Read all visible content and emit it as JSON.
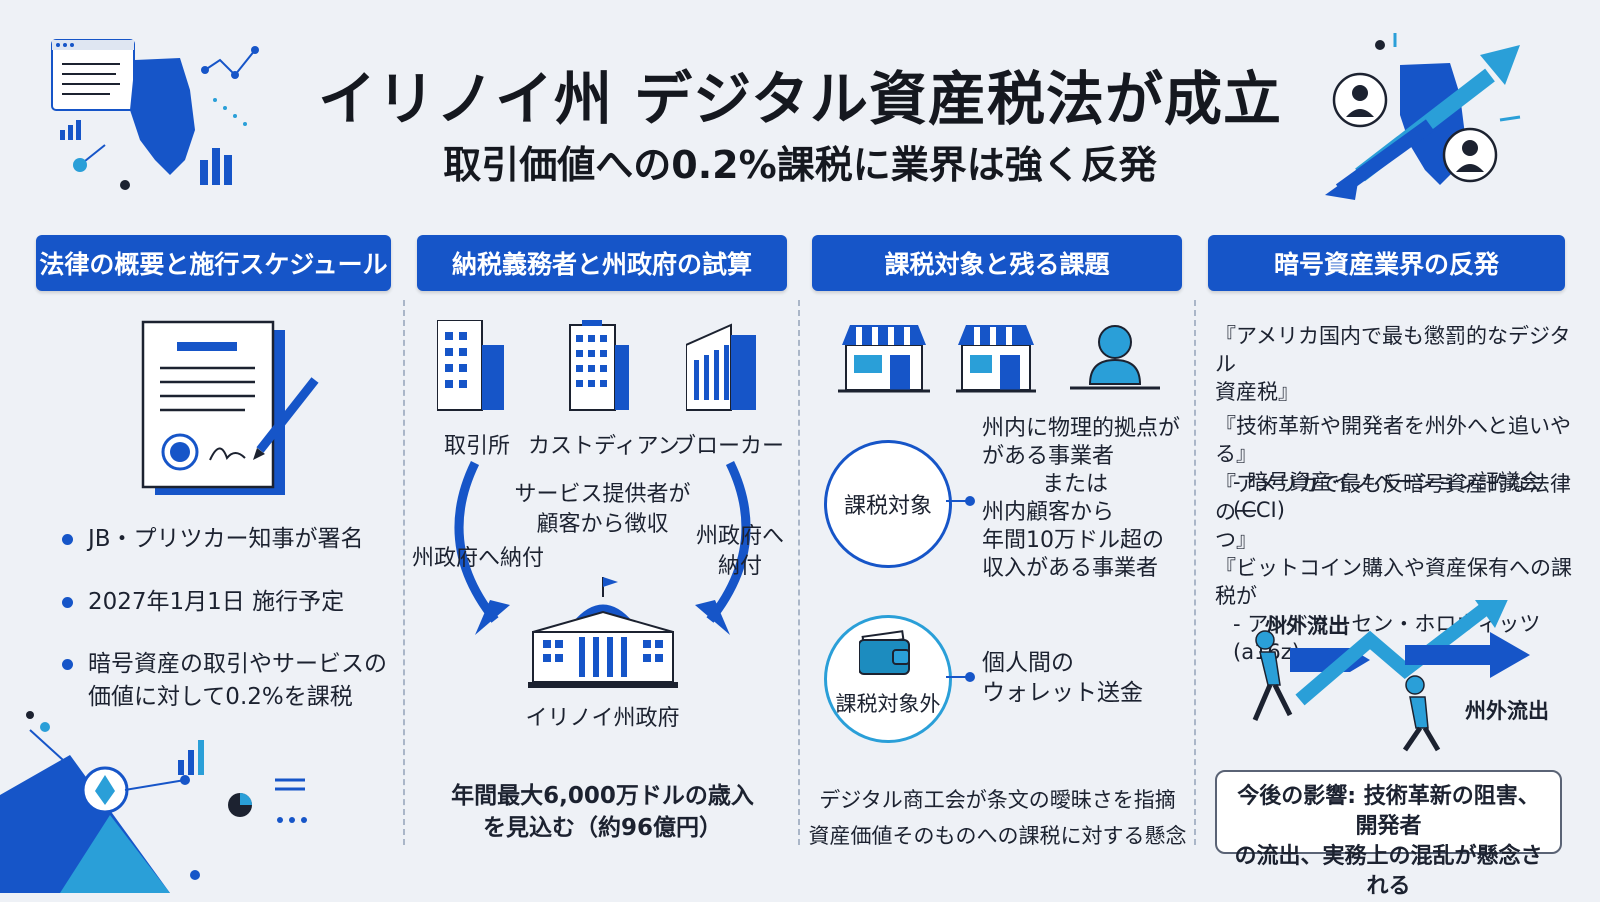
{
  "header": {
    "title": "イリノイ州 デジタル資産税法が成立",
    "subtitle": "取引価値への0.2%課税に業界は強く反発"
  },
  "columns": [
    {
      "title": "法律の概要と施行スケジュール"
    },
    {
      "title": "納税義務者と州政府の試算"
    },
    {
      "title": "課税対象と残る課題"
    },
    {
      "title": "暗号資産業界の反発"
    }
  ],
  "col1": {
    "bullets": [
      "JB・プリツカー知事が署名",
      "2027年1月1日 施行予定",
      "暗号資産の取引やサービスの価値に対して0.2%を課税"
    ]
  },
  "col2": {
    "entities": [
      "取引所",
      "カストディアン",
      "ブローカー"
    ],
    "service_note_line1": "サービス提供者が",
    "service_note_line2": "顧客から徴収",
    "pay_left": "州政府へ納付",
    "pay_right_line1": "州政府へ",
    "pay_right_line2": "納付",
    "government": "イリノイ州政府",
    "revenue_line1": "年間最大6,000万ドルの歳入",
    "revenue_line2": "を見込む（約96億円）"
  },
  "col3": {
    "taxable_label": "課税対象",
    "taxable_desc": [
      "州内に物理的拠点が",
      "がある事業者",
      "または",
      "州内顧客から",
      "年間10万ドル超の",
      "収入がある事業者"
    ],
    "nontaxable_label": "課税対象外",
    "nontaxable_desc": [
      "個人間の",
      "ウォレット送金"
    ],
    "issue_line1": "デジタル商工会が条文の曖昧さを指摘",
    "issue_line2": "資産価値そのものへの課税に対する懸念"
  },
  "col4": {
    "quote1_line1": "『アメリカ国内で最も懲罰的なデジタル",
    "quote1_line2": "資産税』",
    "quote2": "『技術革新や開発者を州外へと追いやる』",
    "source1": "- 暗号資産イノベーション評議会(CCI)",
    "quote3_line1": "『アメリカで最も反暗号資産的な法律の一",
    "quote3_line2": "つ』",
    "quote4": "『ビットコイン購入や資産保有への課税が",
    "source2": "- アンドリーセン・ホロウィッツ(a16z)",
    "outflow_top": "州外流出",
    "outflow_bottom": "州外流出",
    "impact_line1": "今後の影響: 技術革新の阻害、開発者",
    "impact_line2": "の流出、実務上の混乱が懸念される"
  },
  "colors": {
    "primary": "#1655c8",
    "accent": "#2a9fd8",
    "background": "#eef1f6"
  }
}
